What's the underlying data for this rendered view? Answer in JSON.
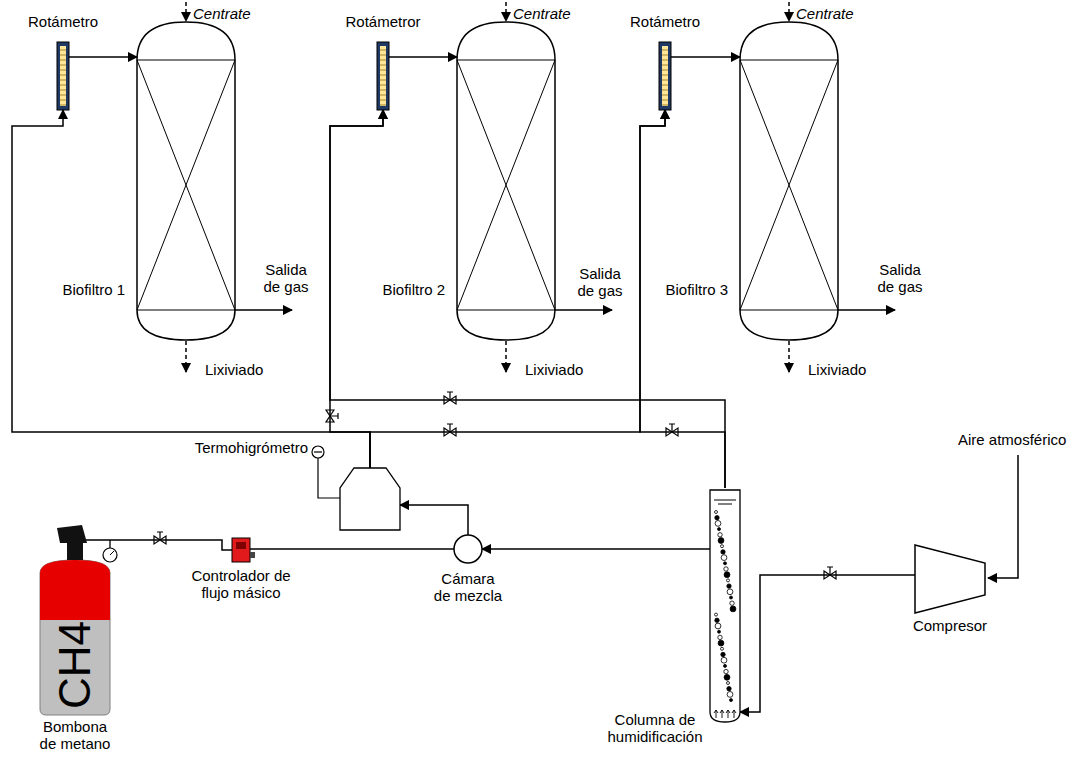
{
  "diagram": {
    "nodes": [
      {
        "text": [
          "Rotámetro"
        ]
      },
      {
        "text": [
          "Biofiltro 1"
        ]
      },
      {
        "text": [
          "Rotámetror"
        ]
      },
      {
        "text": [
          "Biofiltro 2"
        ]
      },
      {
        "text": [
          "Rotámetro"
        ]
      },
      {
        "text": [
          "Biofiltro 3"
        ]
      },
      {
        "text": [
          "Termohigrómetro"
        ]
      },
      {
        "text": [
          "CH4",
          "Bombona de metano"
        ]
      },
      {
        "text": [
          "Controlador de flujo másico"
        ]
      },
      {
        "text": [
          "Cámara de mezcla"
        ]
      },
      {
        "text": [
          "Columna de humidificación"
        ]
      },
      {
        "text": [
          "Compresor"
        ]
      }
    ],
    "edges": [
      {
        "from": 0,
        "to": 1,
        "arrow": "to"
      },
      {
        "from": 2,
        "to": 3,
        "arrow": "to"
      },
      {
        "from": 4,
        "to": 5,
        "arrow": "to"
      },
      {
        "from": 6,
        "to": 0,
        "arrow": "to"
      },
      {
        "from": 6,
        "to": 2,
        "arrow": "to"
      },
      {
        "from": 6,
        "to": 4,
        "arrow": "to"
      },
      {
        "from": 10,
        "to": 2,
        "arrow": "to"
      },
      {
        "from": 10,
        "to": 4,
        "arrow": "to"
      },
      {
        "from": 7,
        "to": 8,
        "arrow": "none"
      },
      {
        "from": 8,
        "to": 9,
        "arrow": "none"
      },
      {
        "from": 10,
        "to": 9,
        "arrow": "to"
      },
      {
        "from": 9,
        "to": 6,
        "arrow": "to"
      },
      {
        "from": 11,
        "to": 10,
        "arrow": "to"
      }
    ],
    "labels": [
      "Centrate",
      "Centrate",
      "Centrate",
      "Salida de gas",
      "Salida de gas",
      "Salida de gas",
      "Lixiviado",
      "Lixiviado",
      "Lixiviado",
      "Aire atmosférico"
    ]
  }
}
